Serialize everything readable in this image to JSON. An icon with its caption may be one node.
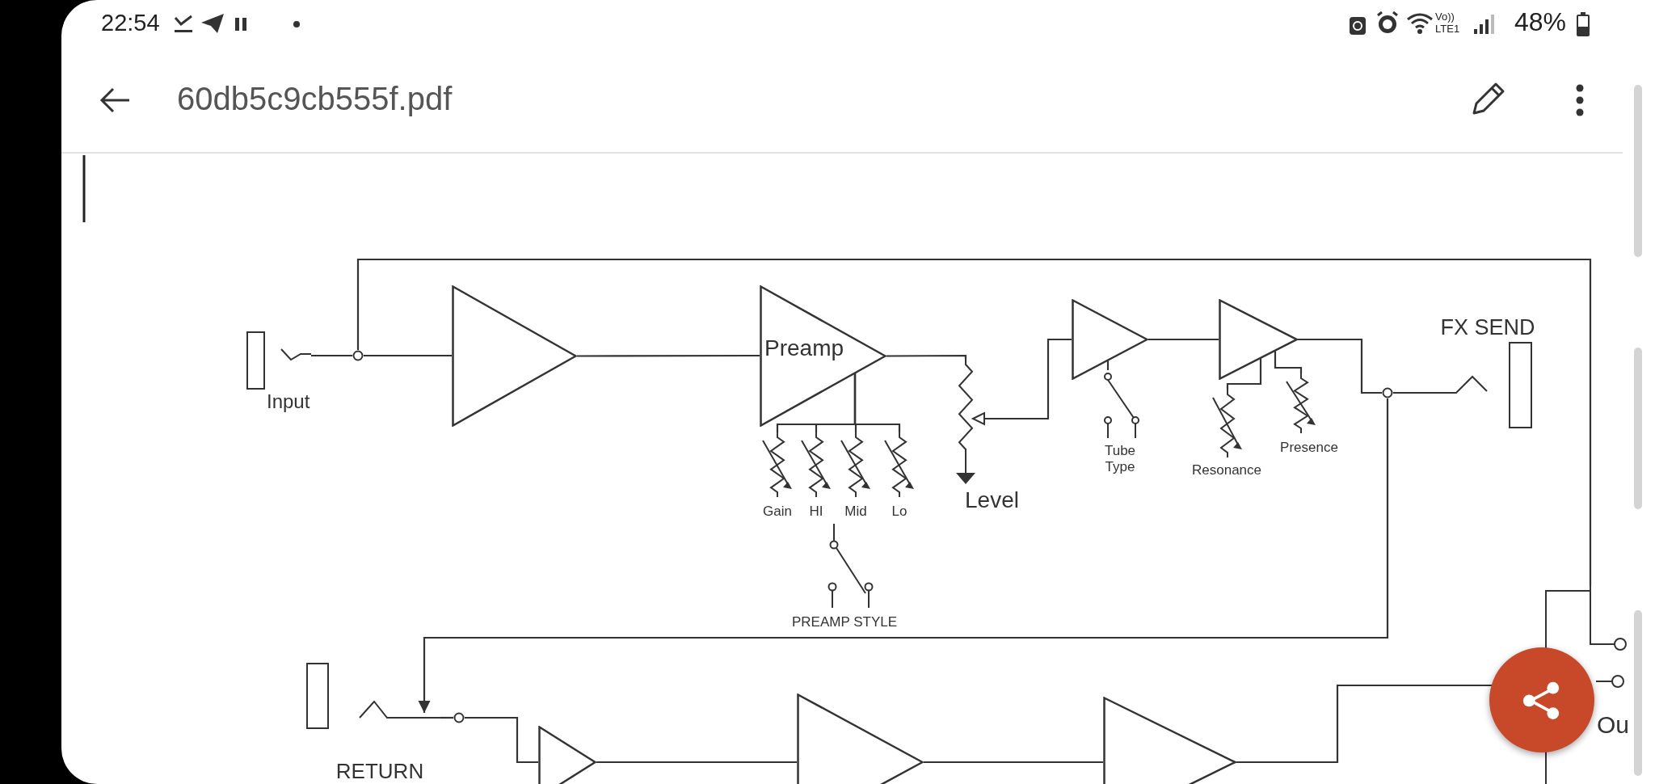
{
  "diagram": {
    "nodes": [
      {
        "text": [
          "Input"
        ]
      },
      {
        "text": [],
        "shape": "circle"
      },
      {
        "text": [],
        "shape": "triangle"
      },
      {
        "text": [
          "Preamp"
        ]
      },
      {
        "text": [
          "Gain"
        ]
      },
      {
        "text": [
          "HI"
        ]
      },
      {
        "text": [
          "Mid"
        ]
      },
      {
        "text": [
          "Lo"
        ]
      },
      {
        "text": [
          "PREAMP STYLE"
        ]
      },
      {
        "text": [
          "Level"
        ]
      },
      {
        "text": [],
        "shape": "triangle"
      },
      {
        "text": [
          "Tube Type"
        ]
      },
      {
        "text": [],
        "shape": "triangle"
      },
      {
        "text": [
          "Resonance"
        ]
      },
      {
        "text": [
          "Presence"
        ]
      },
      {
        "text": [],
        "shape": "circle"
      },
      {
        "text": [
          "FX SEND"
        ]
      },
      {
        "text": [
          "RETURN"
        ]
      },
      {
        "text": [],
        "shape": "circle"
      },
      {
        "text": [],
        "shape": "triangle"
      },
      {
        "text": [],
        "shape": "triangle"
      },
      {
        "text": [],
        "shape": "triangle"
      },
      {
        "text": [
          "Ou"
        ]
      }
    ],
    "edges": [
      {
        "from": 0,
        "to": 1,
        "arrow": "none"
      },
      {
        "from": 1,
        "to": 2,
        "arrow": "none"
      },
      {
        "from": 2,
        "to": 3,
        "arrow": "none"
      },
      {
        "from": 3,
        "to": 4,
        "arrow": "none"
      },
      {
        "from": 3,
        "to": 5,
        "arrow": "none"
      },
      {
        "from": 3,
        "to": 6,
        "arrow": "none"
      },
      {
        "from": 3,
        "to": 7,
        "arrow": "none"
      },
      {
        "from": 3,
        "to": 9,
        "arrow": "none"
      },
      {
        "from": 9,
        "to": 10,
        "arrow": "none"
      },
      {
        "from": 10,
        "to": 11,
        "arrow": "none"
      },
      {
        "from": 10,
        "to": 12,
        "arrow": "none"
      },
      {
        "from": 12,
        "to": 13,
        "arrow": "none"
      },
      {
        "from": 12,
        "to": 14,
        "arrow": "none"
      },
      {
        "from": 12,
        "to": 15,
        "arrow": "none"
      },
      {
        "from": 15,
        "to": 16,
        "arrow": "none"
      },
      {
        "from": 15,
        "to": 17,
        "arrow": "to"
      },
      {
        "from": 17,
        "to": 18,
        "arrow": "none"
      },
      {
        "from": 18,
        "to": 19,
        "arrow": "none"
      },
      {
        "from": 19,
        "to": 20,
        "arrow": "none"
      },
      {
        "from": 20,
        "to": 21,
        "arrow": "none"
      },
      {
        "from": 21,
        "to": 22,
        "arrow": "none"
      },
      {
        "from": 1,
        "to": 22,
        "arrow": "none"
      }
    ],
    "labels": [
      "22:54",
      "Vo))",
      "LTE1",
      "48%",
      "60db5c9cb555f.pdf"
    ]
  }
}
